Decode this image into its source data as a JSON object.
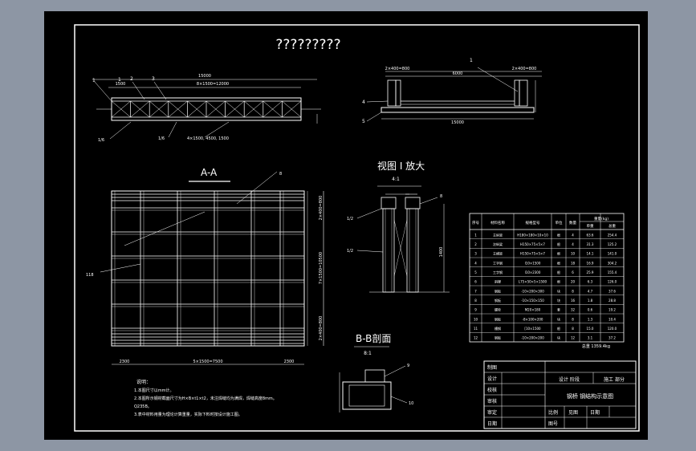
{
  "title": "?????????",
  "elevation": {
    "dim_total": "15000",
    "dim_left": "1500",
    "dim_mid": "8×1500=12000",
    "labels_top": [
      "1",
      "2",
      "3"
    ],
    "label_left": "1",
    "label_bottom_left": "1/6",
    "label_bottom_mid": "1/6",
    "label_bottom_right": "4×1500, 4500, 1500"
  },
  "plan_top": {
    "dim_left": "2×400=800",
    "dim_right": "2×400=800",
    "dim_mid": "6000",
    "dim_bottom": "15000",
    "callout": "1",
    "labels_left": [
      "4",
      "5"
    ]
  },
  "section_aa": {
    "heading": "A-A",
    "callout_right": "8",
    "callout_left": "118",
    "dim_left": "2300",
    "dim_mid": "5×1500=7500",
    "dim_right": "2300",
    "dim_vert_top": "2×400=800",
    "dim_vert_mid": "7×1500=10500",
    "dim_vert_bottom": "2×400=800"
  },
  "detail_i": {
    "heading": "视图 I 放大",
    "scale": "4:1",
    "label_a": "1/2",
    "label_b": "1/2",
    "dim_vert": "1400",
    "callout": "8"
  },
  "section_bb": {
    "heading": "B-B剖面",
    "scale": "8:1",
    "callouts": [
      "9",
      "10"
    ]
  },
  "notes": {
    "heading": "说明：",
    "lines": [
      "1.本图尺寸以mm计。",
      "2.本图所示钢材截面尺寸为H×B×t1×t2，未注焊缝均为满焊，焊缝高度8mm。",
      "   Q235B。",
      "3.表中材料用量为理论计算重量，实际下料时按设计施工图。"
    ]
  },
  "bom": {
    "headers": [
      "序号",
      "材料名称",
      "规格型号",
      "单位",
      "数量",
      "单重",
      "总重"
    ],
    "weight_header": "重量(kg)",
    "rows": [
      [
        "1",
        "主纵梁",
        "H180×180×10×10",
        "根",
        "4",
        "63.6",
        "254.4"
      ],
      [
        "2",
        "次纵梁",
        "H150×75×5×7",
        "根",
        "4",
        "31.3",
        "125.2"
      ],
      [
        "3",
        "主横梁",
        "H150×75×5×7",
        "根",
        "10",
        "14.1",
        "141.0"
      ],
      [
        "4",
        "工字钢",
        "I10×1500",
        "根",
        "18",
        "16.9",
        "304.2"
      ],
      [
        "5",
        "工字钢",
        "I10×2300",
        "根",
        "6",
        "25.9",
        "155.4"
      ],
      [
        "6",
        "斜撑",
        "L75×50×5×1500",
        "根",
        "20",
        "6.3",
        "126.0"
      ],
      [
        "7",
        "钢板",
        "-10×200×300",
        "块",
        "8",
        "4.7",
        "37.6"
      ],
      [
        "8",
        "钢板",
        "-10×150×150",
        "块",
        "16",
        "1.8",
        "28.8"
      ],
      [
        "9",
        "螺栓",
        "M20×180",
        "套",
        "32",
        "0.6",
        "19.2"
      ],
      [
        "10",
        "钢板",
        "-8×100×200",
        "块",
        "8",
        "1.3",
        "10.4"
      ],
      [
        "11",
        "槽钢",
        "[10×1500",
        "根",
        "8",
        "15.0",
        "120.0"
      ],
      [
        "12",
        "钢板",
        "-10×200×200",
        "块",
        "12",
        "3.1",
        "37.2"
      ]
    ],
    "total": "总重  1359.4kg"
  },
  "title_block": {
    "left_labels": [
      "制图",
      "设计",
      "校核",
      "审核",
      "审定",
      "日期"
    ],
    "drawing_name": "钢桥 钢结构示意图",
    "top_right_1": "施工 部分",
    "top_right_2": "设计 阶段",
    "bottom_1": "比例",
    "bottom_2": "见图",
    "bottom_3": "日期",
    "bottom_4": "图号"
  }
}
